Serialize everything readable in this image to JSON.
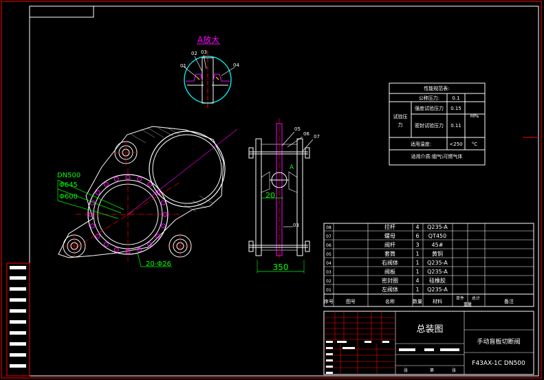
{
  "detail_view": {
    "title": "A放大",
    "callouts": [
      "01",
      "02",
      "03",
      "04"
    ]
  },
  "front_view": {
    "dim_labels": [
      "DN500",
      "Φ645",
      "Φ600"
    ],
    "bolt_label": "20-Φ26"
  },
  "side_view": {
    "callouts": [
      "05",
      "06",
      "07",
      "03"
    ],
    "section_mark": "A",
    "dim_20": "20",
    "dim_350": "350"
  },
  "performance_table": {
    "title": "性能规范表:",
    "rows": [
      {
        "label": "公称压力:",
        "value": "0.1"
      },
      {
        "label": "强度试验压力",
        "value": "0.15"
      },
      {
        "label": "密封试验压力",
        "value": "0.11"
      }
    ],
    "test_label_1": "试验压",
    "test_label_2": "力",
    "unit": "MPa",
    "temp_label": "适用温度:",
    "temp_value": "<250",
    "temp_unit": "°C",
    "medium": "适用介质:烟气\\可燃气体"
  },
  "parts_list": {
    "rows": [
      {
        "no": "08",
        "name": "拉杆",
        "qty": "4",
        "material": "Q235-A"
      },
      {
        "no": "07",
        "name": "螺母",
        "qty": "6",
        "material": "QT450"
      },
      {
        "no": "06",
        "name": "阀杆",
        "qty": "3",
        "material": "45#"
      },
      {
        "no": "05",
        "name": "套筒",
        "qty": "1",
        "material": "黄铜"
      },
      {
        "no": "04",
        "name": "右阀体",
        "qty": "1",
        "material": "Q235-A"
      },
      {
        "no": "03",
        "name": "阀板",
        "qty": "1",
        "material": "Q235-A"
      },
      {
        "no": "02",
        "name": "密封圈",
        "qty": "4",
        "material": "硅橡胶"
      },
      {
        "no": "01",
        "name": "左阀体",
        "qty": "1",
        "material": "Q235-A"
      }
    ],
    "header": {
      "no": "序号",
      "code": "图号",
      "name": "名称",
      "qty": "数量",
      "material": "材料",
      "unit_weight": "单件",
      "total_weight": "总计",
      "weight": "重量",
      "remark": "备注"
    }
  },
  "title_block": {
    "drawing_title": "总装图",
    "product_name": "手动盲板切断阀",
    "drawing_number": "F43AX-1C DN500",
    "sheet_label": "张",
    "sheet_label_2": "第",
    "sheet_label_3": "张"
  },
  "colors": {
    "background": "#000000",
    "frame": "#ff0000",
    "outline": "#ffffff",
    "dimension": "#00ff00",
    "centerline": "#ff0000",
    "detail": "#00ffff",
    "accent": "#ff00ff",
    "label": "#ffff00"
  }
}
